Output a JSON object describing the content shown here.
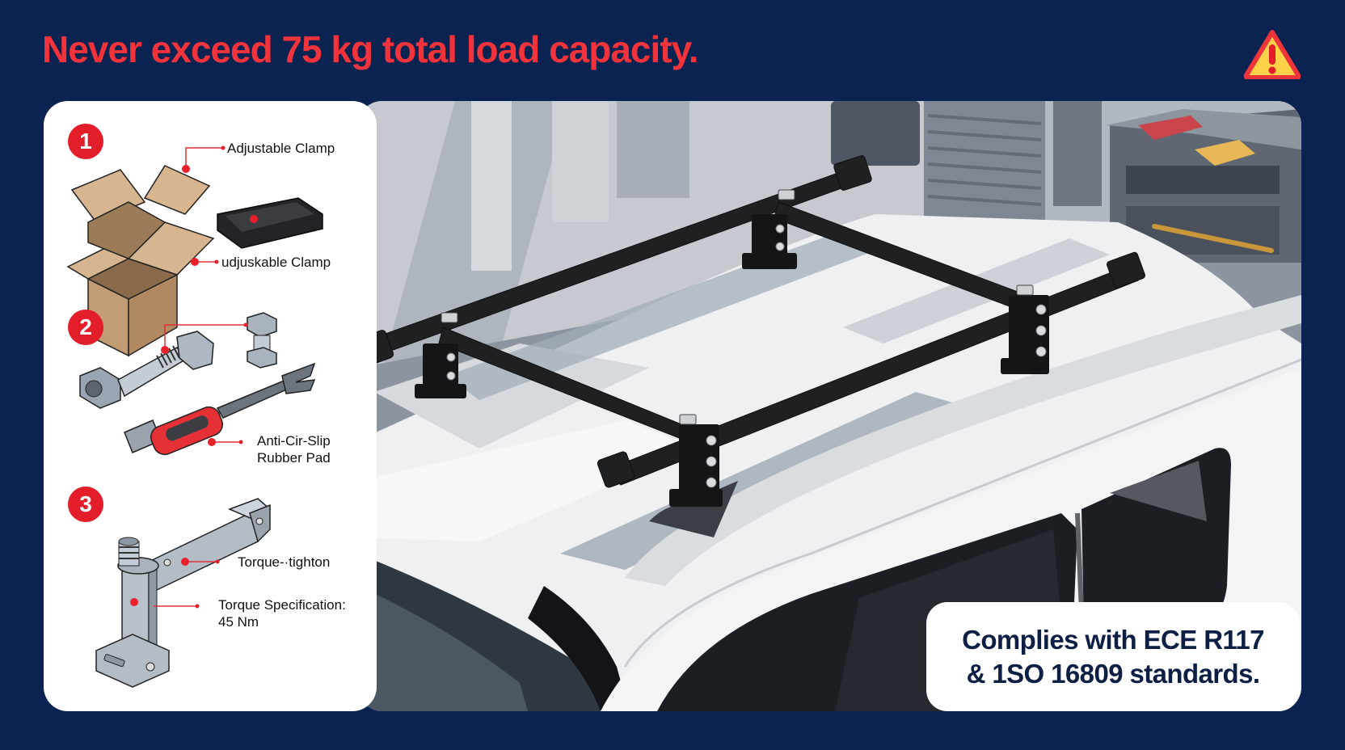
{
  "header": {
    "warning_text": "Never exceed 75 kg total load capacity.",
    "warning_icon": "warning-triangle-icon"
  },
  "parts_panel": {
    "steps": [
      {
        "number": "1",
        "callouts": [
          {
            "label": "Adjustable Clamp"
          },
          {
            "label": "udjuskable Clamp"
          }
        ],
        "items": [
          "cardboard-box-illustration",
          "rubber-tray-illustration"
        ]
      },
      {
        "number": "2",
        "callouts": [
          {
            "label_line1": "Anti-Cir-Slip",
            "label_line2": "Rubber Pad"
          }
        ],
        "items": [
          "hex-bolt-illustration",
          "small-bolt-illustration",
          "wrench-tool-illustration"
        ]
      },
      {
        "number": "3",
        "callouts": [
          {
            "label": "Torque-·tighton"
          },
          {
            "label_line1": "Torque Specification:",
            "label_line2": "45 Nm"
          }
        ],
        "items": [
          "bracket-illustration"
        ]
      }
    ]
  },
  "scene": {
    "description": "Black roof rack mounted on white vehicle roof in garage",
    "colors": {
      "rack": "#1f2022",
      "roof": "#f1f2f3",
      "shadow": "#9aa6b2",
      "garage_wall": "#b7bcc3"
    }
  },
  "compliance": {
    "line1": "Complies with ECE R117",
    "line2": "& 1SO 16809 standards."
  },
  "colors": {
    "background": "#0b2350",
    "accent_red": "#f2333b",
    "badge_red": "#e31e2a",
    "warning_yellow": "#ffd24a",
    "text_dark": "#0d1f45"
  }
}
